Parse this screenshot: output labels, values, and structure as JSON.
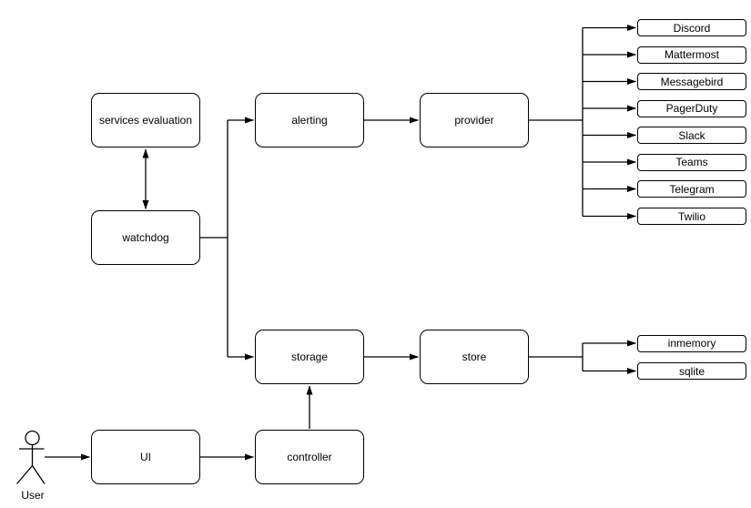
{
  "diagram": {
    "nodes": {
      "services_evaluation": "services evaluation",
      "watchdog": "watchdog",
      "alerting": "alerting",
      "provider": "provider",
      "storage": "storage",
      "store": "store",
      "ui": "UI",
      "controller": "controller"
    },
    "provider_targets": [
      "Discord",
      "Mattermost",
      "Messagebird",
      "PagerDuty",
      "Slack",
      "Teams",
      "Telegram",
      "Twilio"
    ],
    "store_targets": [
      "inmemory",
      "sqlite"
    ],
    "actor": {
      "label": "User"
    },
    "colors": {
      "stroke": "#000000",
      "node_fill": "#ffffff",
      "text": "#000000",
      "background": "#ffffff"
    }
  }
}
